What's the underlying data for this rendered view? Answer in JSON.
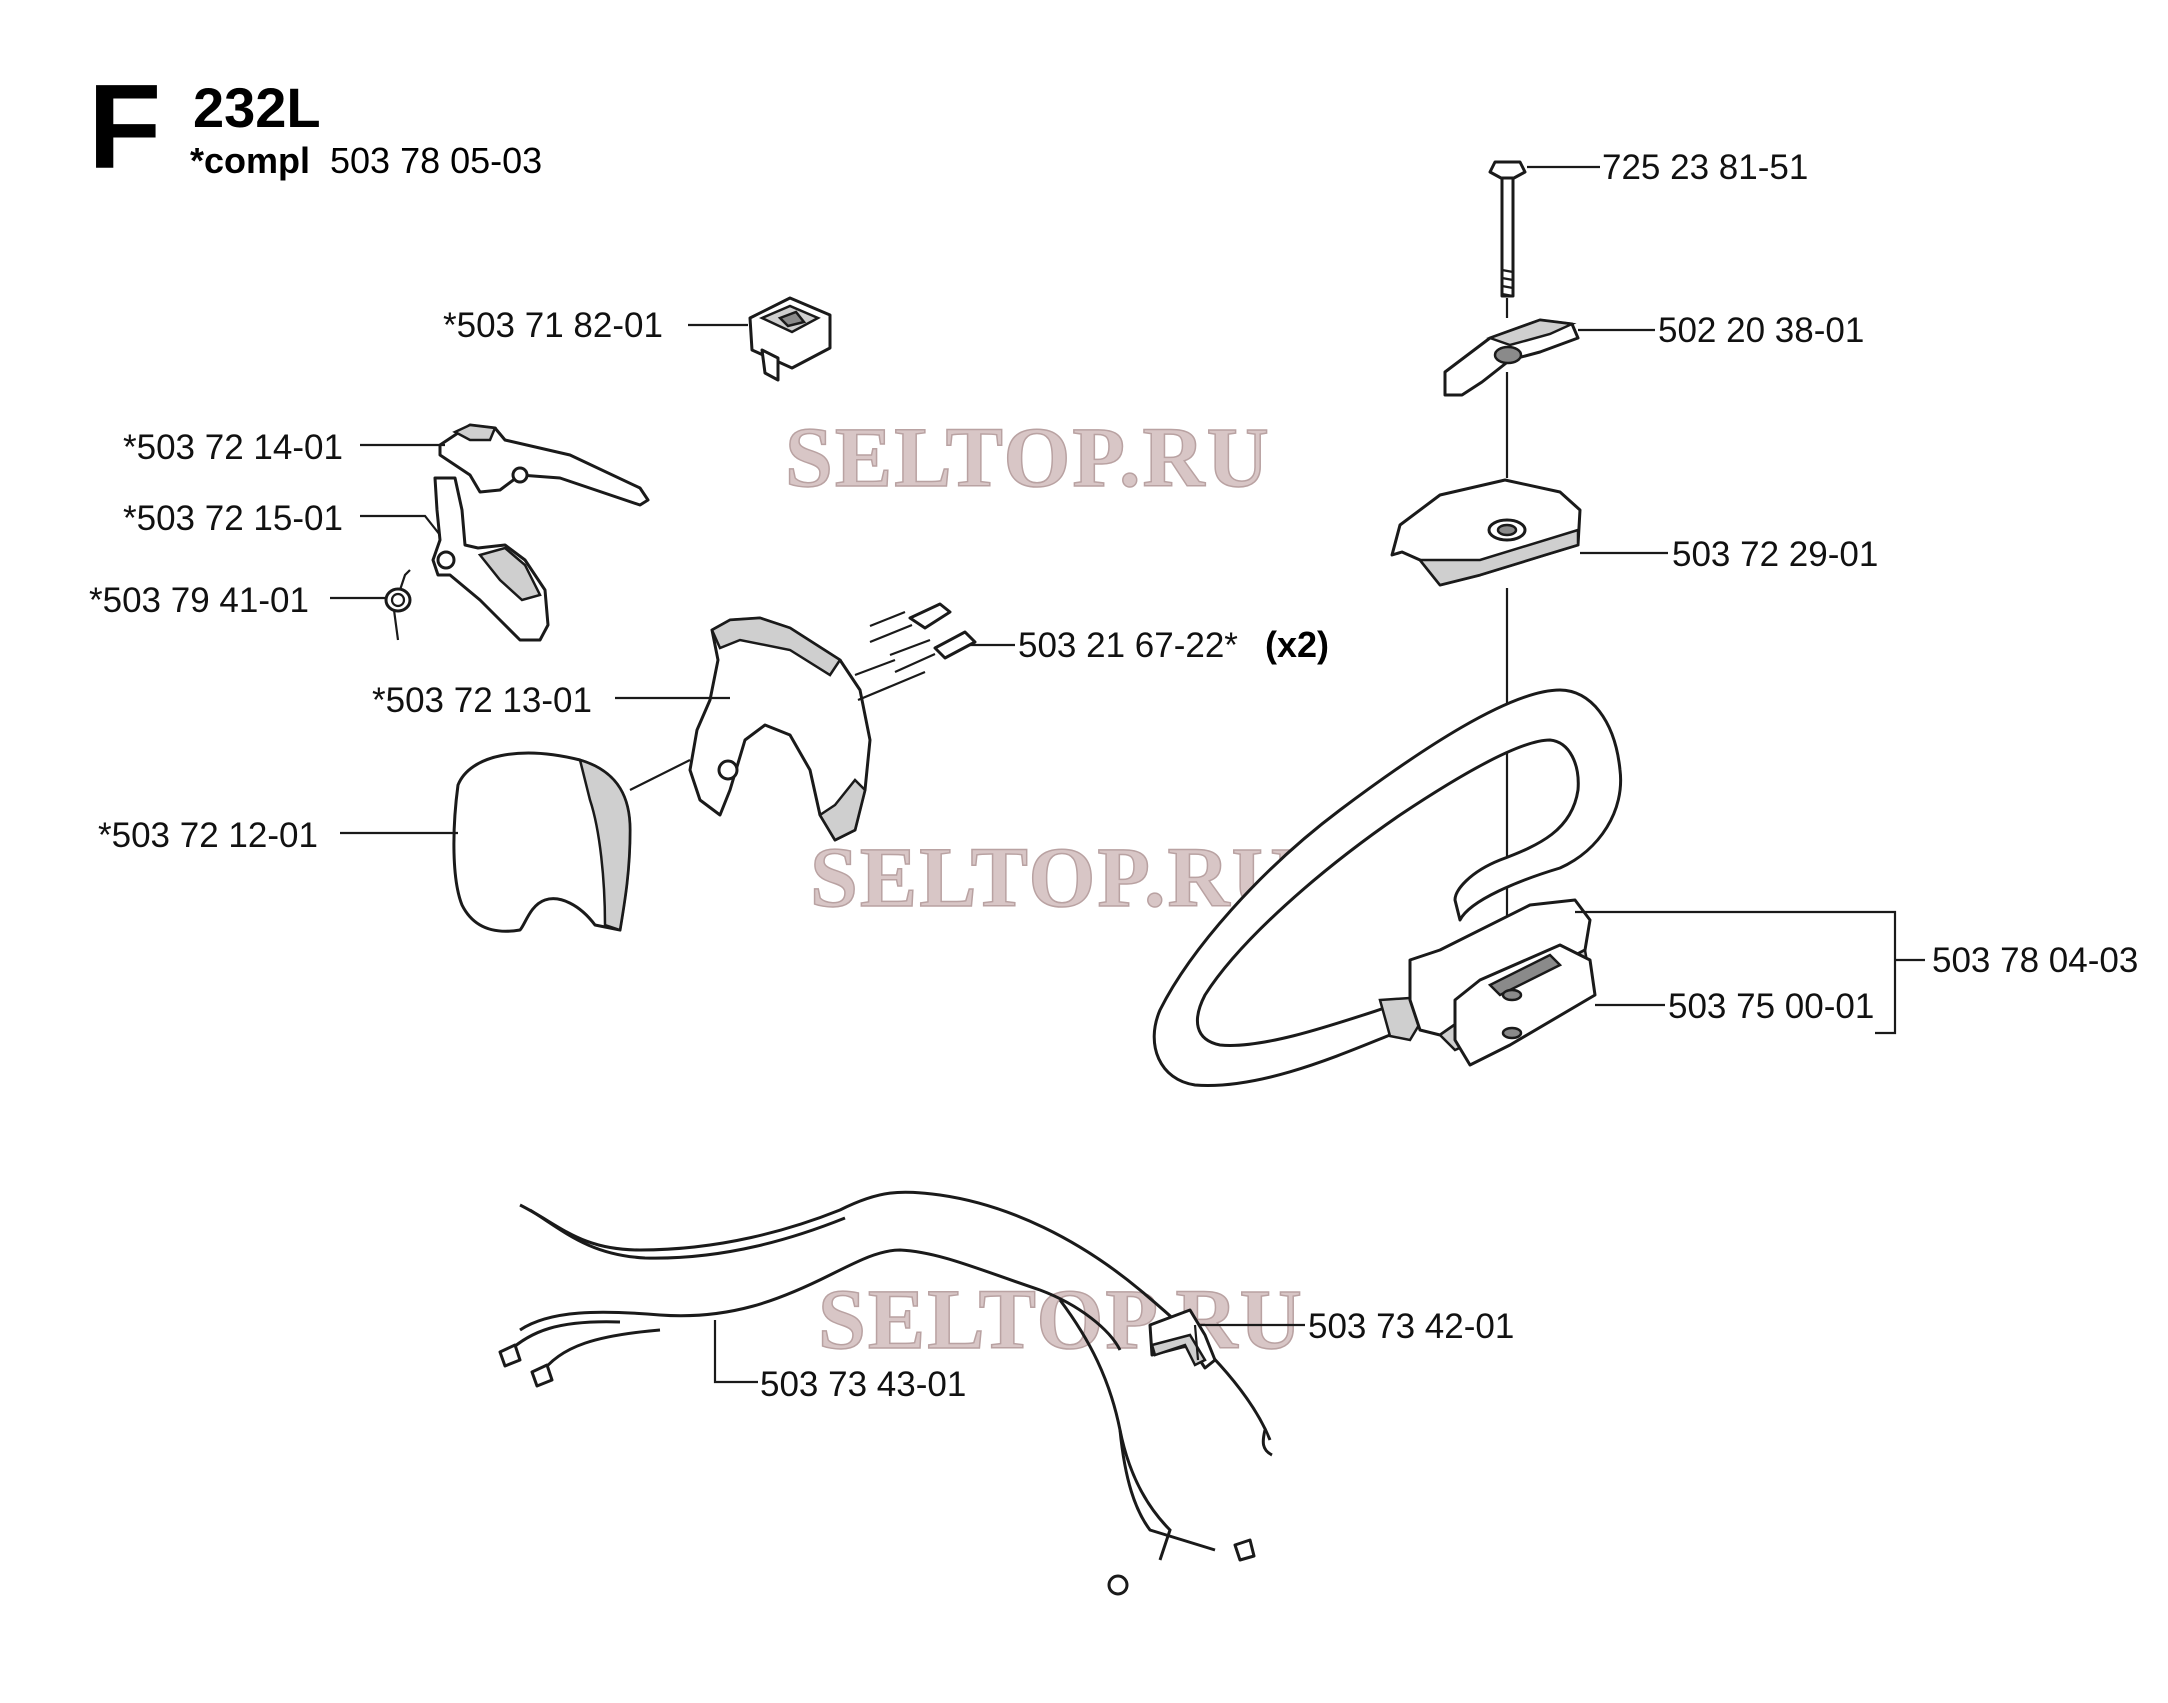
{
  "header": {
    "section_letter": "F",
    "model": "232L",
    "compl_label": "*compl",
    "compl_number": "503 78 05-03"
  },
  "watermark": "SELTOP.RU",
  "parts": {
    "bolt": "725 23 81-51",
    "wing_nut": "502 20 38-01",
    "clamp_cap": "503 72 29-01",
    "handle_assembly": "503 78 04-03",
    "handle_clamp": "503 75 00-01",
    "switch": "*503 71 82-01",
    "throttle_trigger": "*503 72 14-01",
    "throttle_lockout": "*503 72 15-01",
    "spring": "*503 79 41-01",
    "screw": "503 21 67-22*",
    "screw_qty": "(x2)",
    "handle_housing": "*503 72 13-01",
    "handle_cover": "*503 72 12-01",
    "wire_connector": "503 73 42-01",
    "wire_harness": "503 73 43-01"
  },
  "colors": {
    "ink": "#1a1a1a",
    "watermark": "#d8c6c6"
  }
}
